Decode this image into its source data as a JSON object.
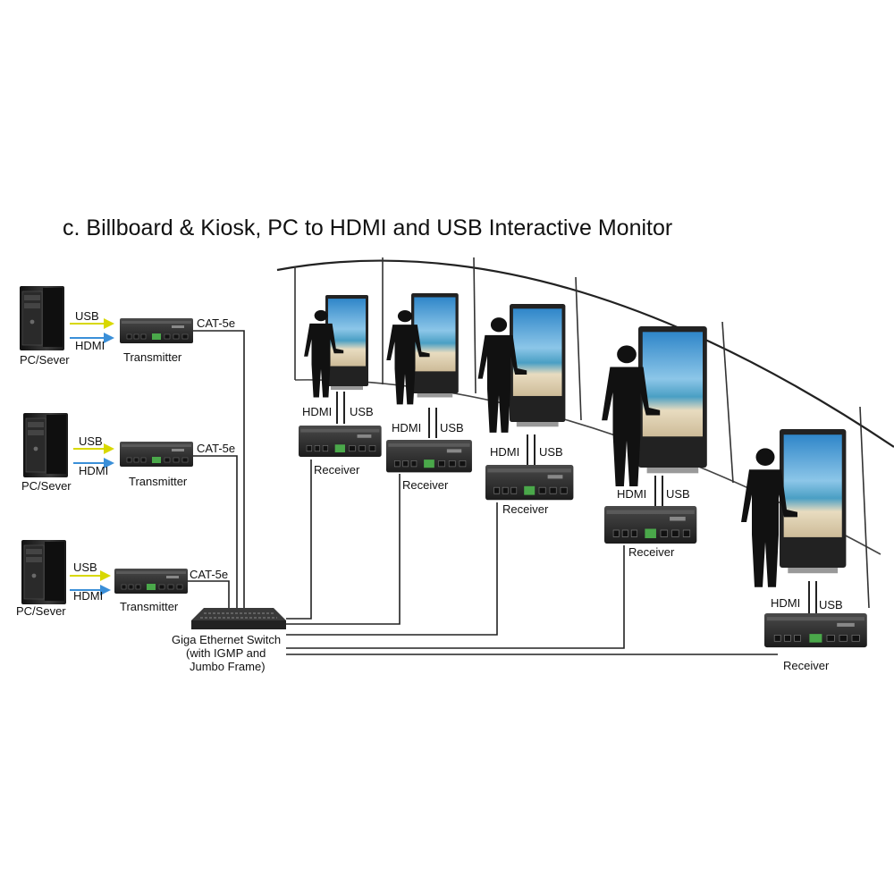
{
  "title": "c. Billboard & Kiosk, PC to HDMI and USB Interactive Monitor",
  "sources": [
    {
      "pc_label": "PC/Sever",
      "usb_label": "USB",
      "hdmi_label": "HDMI",
      "device_label": "Transmitter",
      "cable_label": "CAT-5e"
    },
    {
      "pc_label": "PC/Sever",
      "usb_label": "USB",
      "hdmi_label": "HDMI",
      "device_label": "Transmitter",
      "cable_label": "CAT-5e"
    },
    {
      "pc_label": "PC/Sever",
      "usb_label": "USB",
      "hdmi_label": "HDMI",
      "device_label": "Transmitter",
      "cable_label": "CAT-5e"
    }
  ],
  "switch": {
    "line1": "Giga Ethernet Switch",
    "line2": "(with IGMP and",
    "line3": "Jumbo Frame)"
  },
  "receivers": [
    {
      "device_label": "Receiver",
      "hdmi_label": "HDMI",
      "usb_label": "USB"
    },
    {
      "device_label": "Receiver",
      "hdmi_label": "HDMI",
      "usb_label": "USB"
    },
    {
      "device_label": "Receiver",
      "hdmi_label": "HDMI",
      "usb_label": "USB"
    },
    {
      "device_label": "Receiver",
      "hdmi_label": "HDMI",
      "usb_label": "USB"
    },
    {
      "device_label": "Receiver",
      "hdmi_label": "HDMI",
      "usb_label": "USB"
    }
  ],
  "colors": {
    "usb_arrow": "#d8d800",
    "hdmi_arrow": "#3a8fd8",
    "device": "#2b2b2b",
    "line": "#222222"
  }
}
